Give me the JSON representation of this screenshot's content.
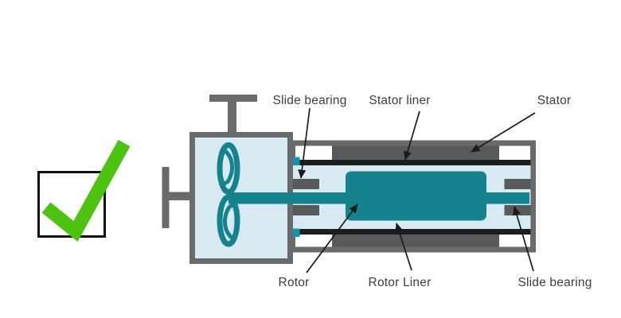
{
  "figure": {
    "description": "Technical cutaway diagram of a canned motor pump with a checked approval checkbox",
    "checkbox": {
      "state": "checked",
      "checkmark_glyph": "✓"
    },
    "labels": {
      "slide_bearing_top": "Slide bearing",
      "stator_liner": "Stator liner",
      "stator": "Stator",
      "rotor": "Rotor",
      "rotor_liner": "Rotor Liner",
      "slide_bearing_bottom": "Slide bearing"
    },
    "colors": {
      "frame_gray": "#696a6c",
      "dark_gray": "#58595b",
      "liner_black": "#1d1d1d",
      "liquid_blue": "#d7eaf1",
      "teal": "#14838e",
      "square_teal": "#0d95af",
      "check_green": "#4cc30f",
      "checkbox_border": "#111111",
      "arrow_black": "#1a1a1a",
      "label_text": "#3d3d3d"
    }
  }
}
